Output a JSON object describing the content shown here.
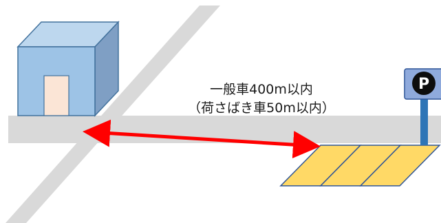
{
  "diagram": {
    "distance_label": {
      "line1": "一般車400m以内",
      "line2": "（荷さばき車50m以内）"
    },
    "parking_sign": {
      "letter": "P"
    },
    "colors": {
      "road": "#d9d9d9",
      "building_front": "#9dc3e6",
      "building_top": "#bdd7ee",
      "building_side": "#7f9fc4",
      "building_outline": "#41719c",
      "door": "#fbe5d6",
      "arrow": "#ff0000",
      "parking_space": "#ffd966",
      "parking_outline": "#2f5597",
      "sign_background": "#8faadc",
      "sign_circle": "#0d0d0d",
      "pole": "#2e75b6"
    }
  }
}
